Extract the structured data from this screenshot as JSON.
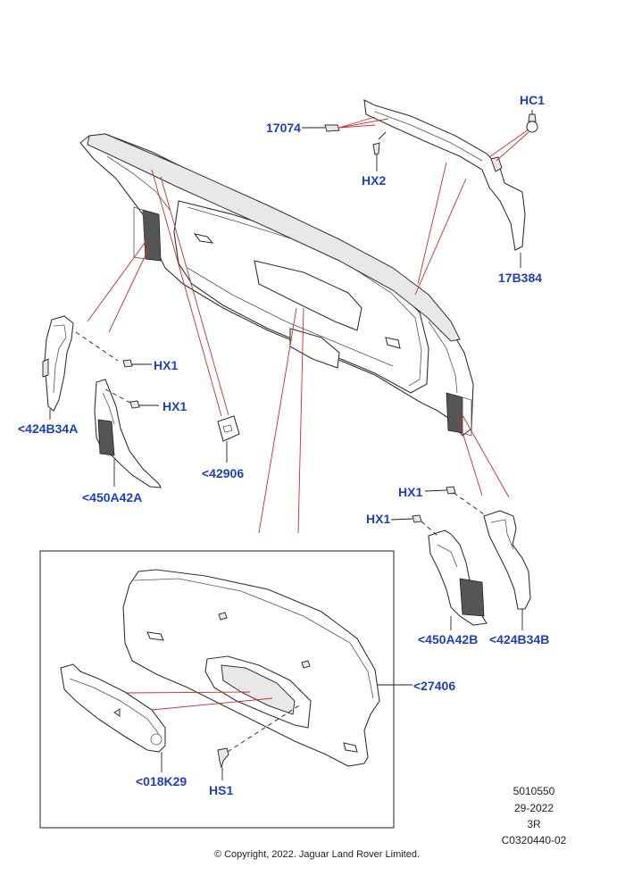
{
  "callouts": {
    "p17074": "17074",
    "hc1": "HC1",
    "hx2": "HX2",
    "p17b384": "17B384",
    "hx1_a": "HX1",
    "hx1_b": "HX1",
    "p424b34a": "<424B34A",
    "p450a42a": "<450A42A",
    "p42906": "<42906",
    "hx1_c": "HX1",
    "hx1_d": "HX1",
    "p450a42b": "<450A42B",
    "p424b34b": "<424B34B",
    "p27406": "<27406",
    "p018k29": "<018K29",
    "hs1": "HS1"
  },
  "meta": {
    "line1": "5010550",
    "line2": "29-2022",
    "line3": "3R",
    "line4": "C0320440-02"
  },
  "copyright": "© Copyright, 2022. Jaguar Land Rover Limited.",
  "colors": {
    "callout": "#1f3fbf",
    "leader": "#d42a2a",
    "outline": "#333333"
  }
}
